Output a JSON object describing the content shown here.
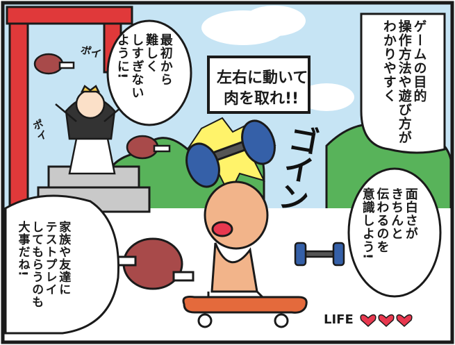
{
  "bubbles": {
    "instruction": {
      "line1": "左右に動いて",
      "line2": "肉を取れ!!"
    },
    "top_right": {
      "line1": "ゲームの目的",
      "line2": "操作方法や遊び方が",
      "line3": "わかりやすく"
    },
    "top_middle": {
      "line1": "最初から",
      "line2": "難しく",
      "line3": "しすぎない",
      "line4": "ように!"
    },
    "bottom_right": {
      "line1": "面白さが",
      "line2": "きちんと",
      "line3": "伝わるのを",
      "line4": "意識しよう!"
    },
    "bottom_left": {
      "line1": "家族や友達に",
      "line2": "テストプレイ",
      "line3": "してもらうのも",
      "line4": "大事だね!"
    }
  },
  "sound_effects": {
    "poi_top": "ポイ",
    "poi_mid": "ポイ",
    "gon": "ゴイン"
  },
  "hud": {
    "life_label": "LIFE",
    "hearts": 3
  },
  "colors": {
    "sky": "#c6e4f4",
    "shrine": "#e0393a",
    "tree": "#58b35a",
    "meat": "#a84a4a",
    "dumbbell": "#3560a8",
    "skin": "#f2b48a",
    "skateboard": "#e46a3c",
    "heart": "#e8384f"
  }
}
